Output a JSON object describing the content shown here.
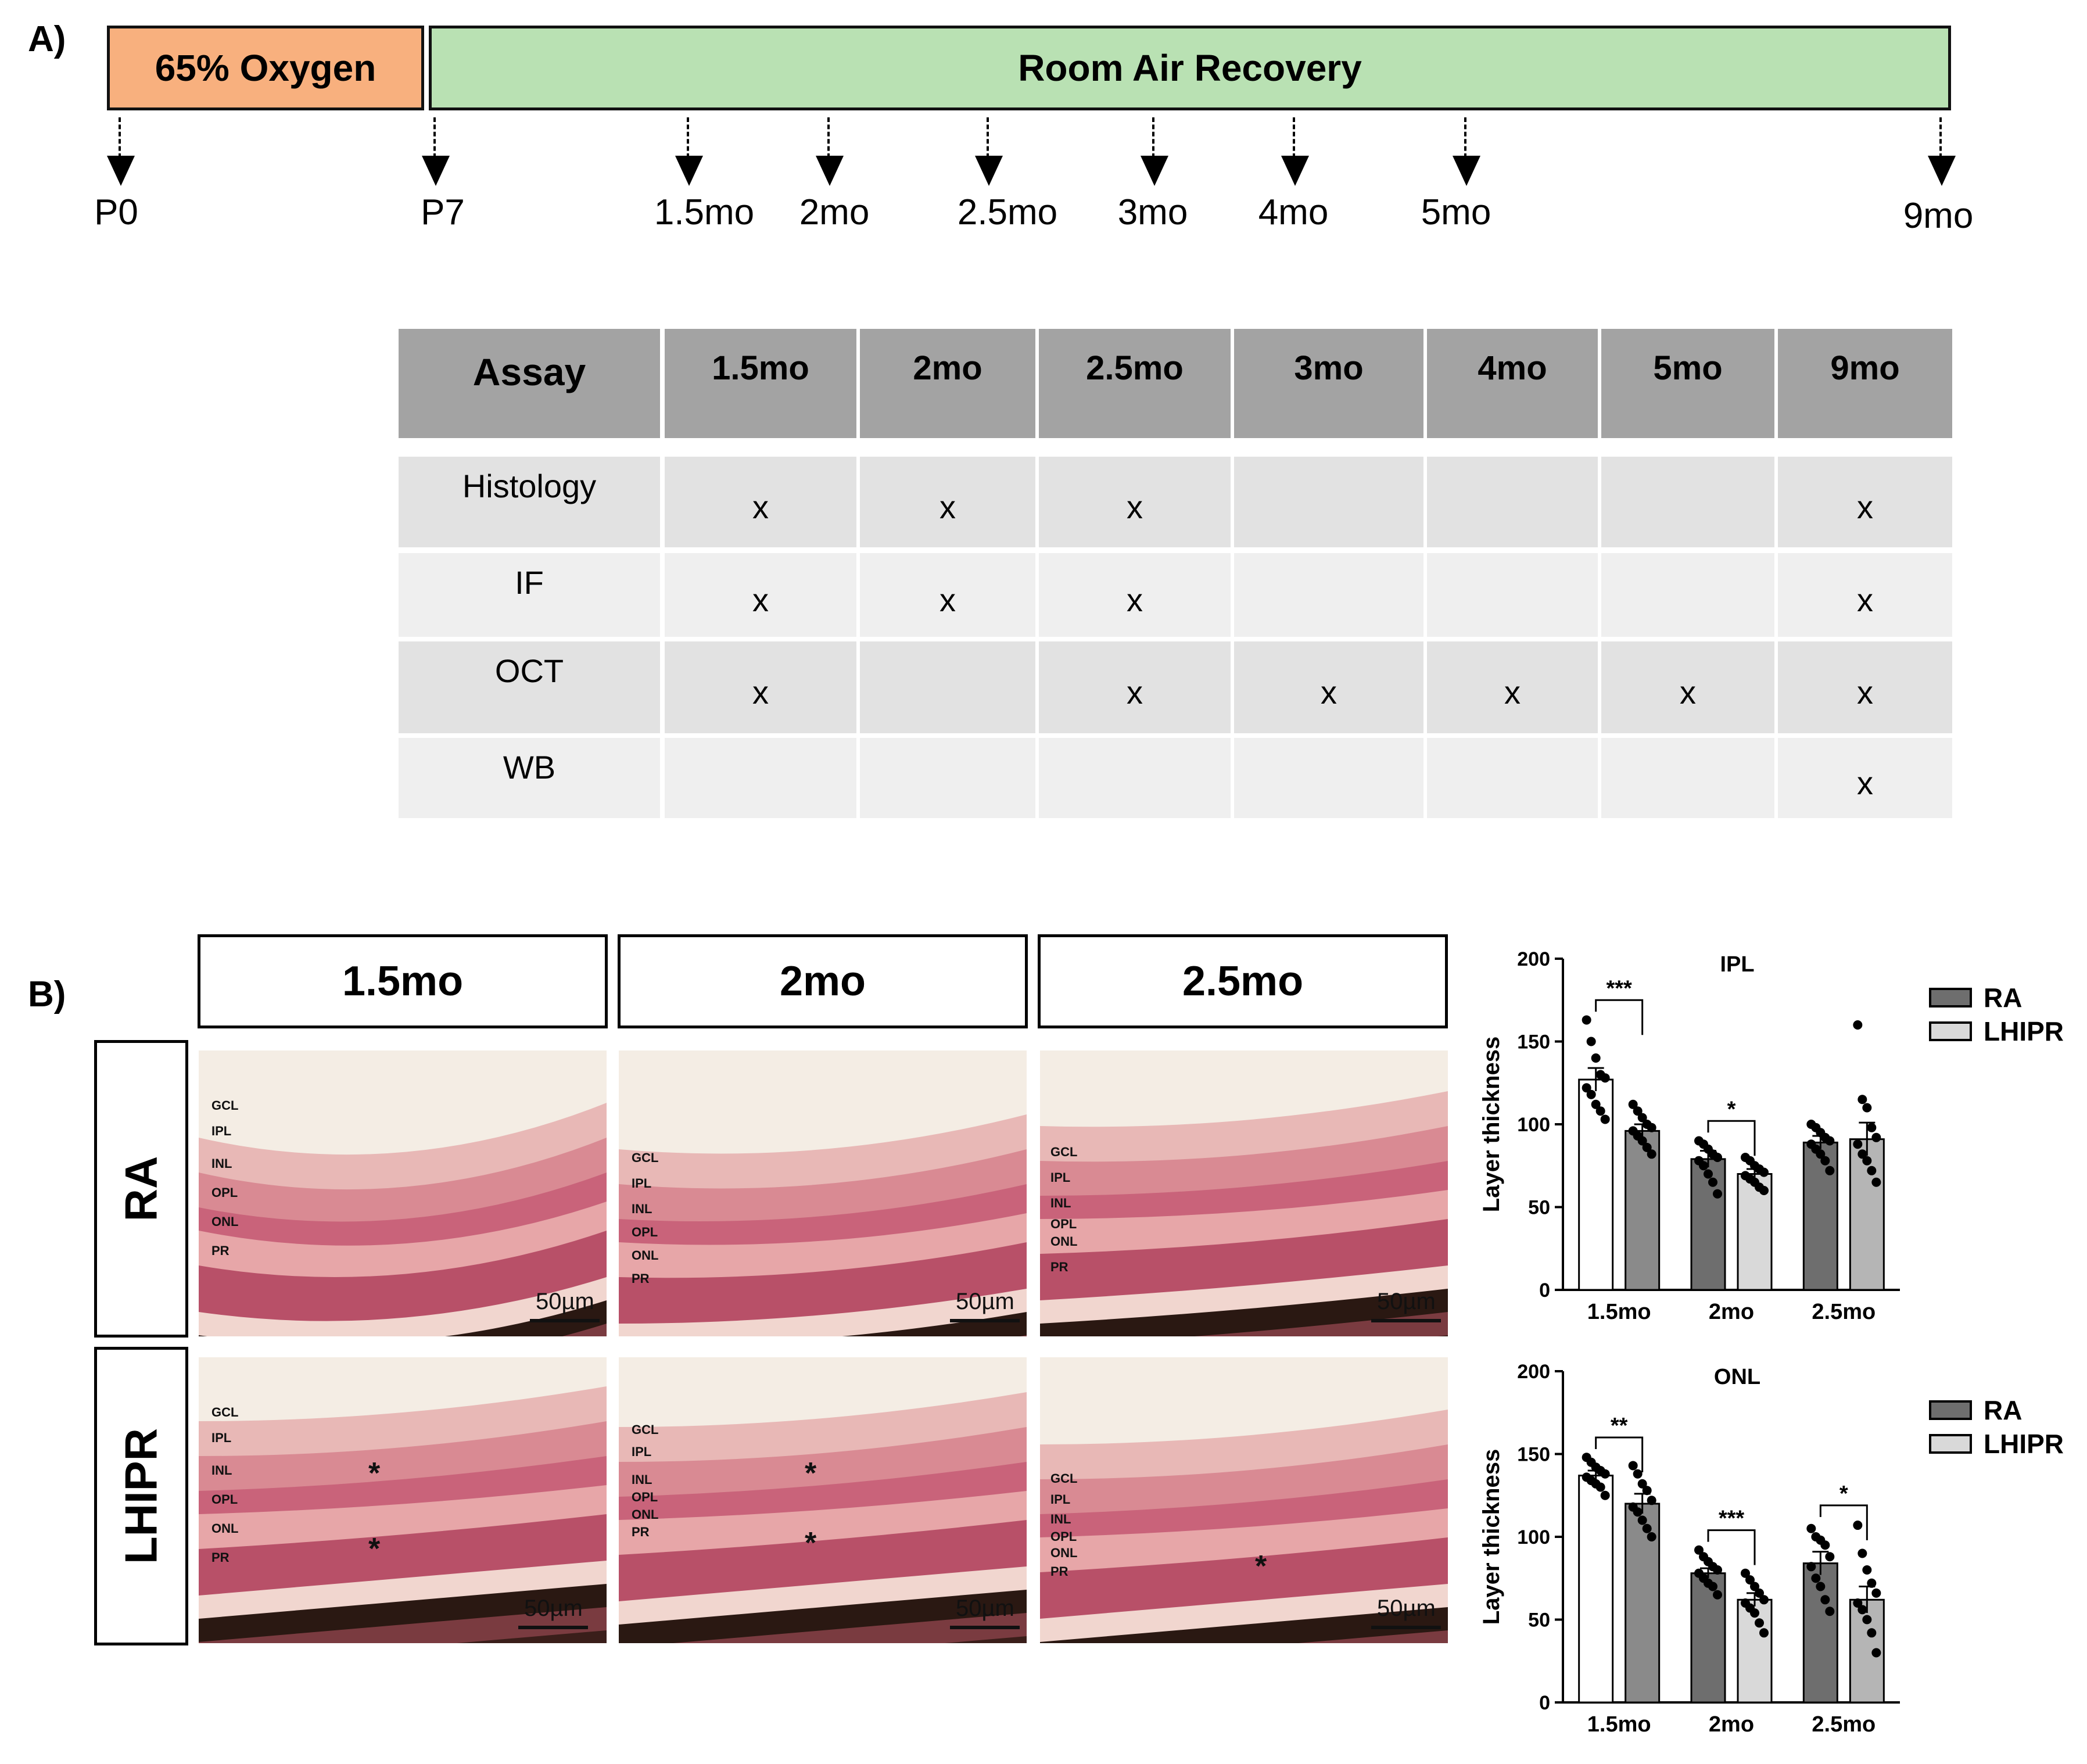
{
  "panel_labels": {
    "a": "A)",
    "b": "B)"
  },
  "timeline": {
    "phases": [
      {
        "label": "65% Oxygen",
        "color": "#f8b07e"
      },
      {
        "label": "Room Air Recovery",
        "color": "#b9e1b3"
      }
    ],
    "markers": [
      "P0",
      "P7",
      "1.5mo",
      "2mo",
      "2.5mo",
      "3mo",
      "4mo",
      "5mo",
      "9mo"
    ]
  },
  "assay_table": {
    "columns": [
      "Assay",
      "1.5mo",
      "2mo",
      "2.5mo",
      "3mo",
      "4mo",
      "5mo",
      "9mo"
    ],
    "rows": [
      {
        "assay": "Histology",
        "cells": [
          "x",
          "x",
          "x",
          "",
          "",
          "",
          "x"
        ]
      },
      {
        "assay": "IF",
        "cells": [
          "x",
          "x",
          "x",
          "",
          "",
          "",
          "x"
        ]
      },
      {
        "assay": "OCT",
        "cells": [
          "x",
          "",
          "x",
          "x",
          "x",
          "x",
          "x"
        ]
      },
      {
        "assay": "WB",
        "cells": [
          "",
          "",
          "",
          "",
          "",
          "",
          "x"
        ]
      }
    ]
  },
  "histology": {
    "timepoints": [
      "1.5mo",
      "2mo",
      "2.5mo"
    ],
    "groups": [
      "RA",
      "LHIPR"
    ],
    "layer_labels": [
      "GCL",
      "IPL",
      "INL",
      "OPL",
      "ONL",
      "PR"
    ],
    "scale_label": "50µm",
    "damage_marker": "*"
  },
  "chart_data": [
    {
      "type": "bar",
      "title": "IPL",
      "ylabel": "Layer thickness",
      "categories": [
        "1.5mo",
        "2mo",
        "2.5mo"
      ],
      "ylim": [
        0,
        200
      ],
      "yticks": [
        0,
        50,
        100,
        150,
        200
      ],
      "series": [
        {
          "name": "RA",
          "values": [
            127,
            79,
            89
          ],
          "errors": [
            7,
            5,
            4
          ],
          "points": [
            [
              163,
              150,
              140,
              130,
              128,
              122,
              118,
              112,
              108,
              103
            ],
            [
              90,
              88,
              85,
              82,
              80,
              78,
              75,
              70,
              65,
              58
            ],
            [
              100,
              98,
              95,
              92,
              90,
              88,
              85,
              82,
              78,
              72
            ]
          ]
        },
        {
          "name": "LHIPR",
          "values": [
            96,
            70,
            91
          ],
          "errors": [
            4,
            3,
            10
          ],
          "points": [
            [
              112,
              108,
              104,
              100,
              98,
              96,
              93,
              90,
              86,
              82
            ],
            [
              80,
              78,
              75,
              73,
              71,
              69,
              67,
              65,
              62,
              60
            ],
            [
              160,
              115,
              110,
              98,
              92,
              88,
              82,
              78,
              72,
              65
            ]
          ]
        }
      ],
      "significance": [
        "***",
        "*",
        ""
      ],
      "legend_position": "top-right"
    },
    {
      "type": "bar",
      "title": "ONL",
      "ylabel": "Layer thickness",
      "categories": [
        "1.5mo",
        "2mo",
        "2.5mo"
      ],
      "ylim": [
        0,
        200
      ],
      "yticks": [
        0,
        50,
        100,
        150,
        200
      ],
      "series": [
        {
          "name": "RA",
          "values": [
            137,
            78,
            84
          ],
          "errors": [
            3,
            3,
            7
          ],
          "points": [
            [
              148,
              145,
              142,
              140,
              138,
              136,
              134,
              132,
              130,
              125
            ],
            [
              92,
              88,
              85,
              82,
              80,
              78,
              75,
              72,
              70,
              65
            ],
            [
              105,
              100,
              98,
              95,
              88,
              82,
              75,
              70,
              62,
              55
            ]
          ]
        },
        {
          "name": "LHIPR",
          "values": [
            120,
            62,
            62
          ],
          "errors": [
            6,
            4,
            8
          ],
          "points": [
            [
              143,
              138,
              132,
              128,
              122,
              118,
              115,
              110,
              105,
              100
            ],
            [
              78,
              74,
              70,
              66,
              62,
              60,
              57,
              54,
              48,
              42
            ],
            [
              107,
              90,
              80,
              72,
              66,
              60,
              56,
              50,
              42,
              30
            ]
          ]
        }
      ],
      "significance": [
        "**",
        "***",
        "*"
      ],
      "legend_position": "top-right"
    }
  ],
  "colors": {
    "RA_bar_chart1": [
      "#ffffff",
      "#6e6e6e",
      "#6e6e6e"
    ],
    "LHIPR_bar_chart1": [
      "#8a8a8a",
      "#d9d9d9",
      "#b5b5b5"
    ],
    "legend_RA": "#6e6e6e",
    "legend_LHIPR": "#d9d9d9"
  }
}
